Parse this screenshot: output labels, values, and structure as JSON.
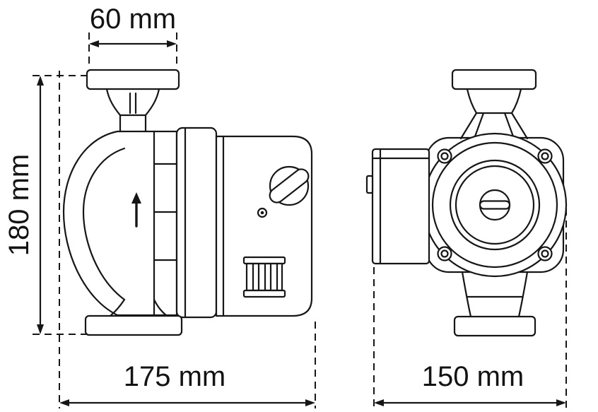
{
  "diagram": {
    "subject": "circulation-pump-dimension-drawing",
    "views": [
      "side-view",
      "front-view"
    ],
    "icons": {
      "flow_direction": "up-arrow"
    },
    "dimensions": {
      "top_width": "60 mm",
      "height": "180 mm",
      "depth": "175 mm",
      "width": "150 mm"
    },
    "colors": {
      "line": "#161616",
      "background": "#ffffff"
    }
  }
}
